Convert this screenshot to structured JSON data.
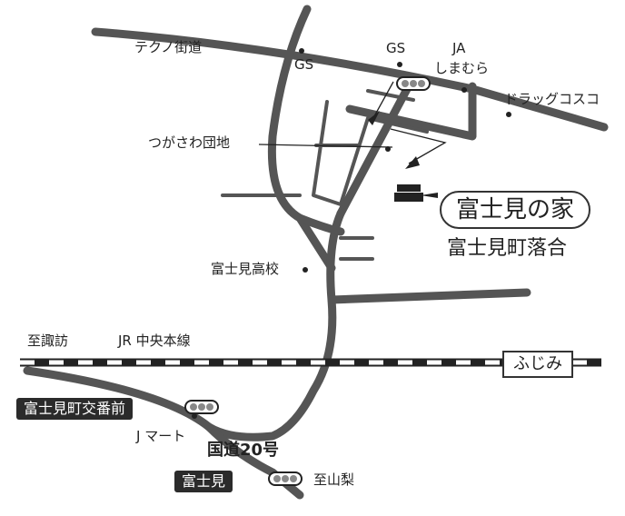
{
  "labels": {
    "techno_street": "テクノ街道",
    "gs_left": "GS",
    "gs_right": "GS",
    "ja": "JA",
    "shimamura": "しまむら",
    "drug": "ドラッグコスコ",
    "tsugasawa": "つがさわ団地",
    "highschool": "富士見高校",
    "to_suwa": "至諏訪",
    "jr_line": "JR 中央本線",
    "j_mart": "J マート",
    "route20": "国道20号",
    "to_yamanashi": "至山梨"
  },
  "highlight": {
    "home": "富士見の家",
    "area": "富士見町落合"
  },
  "station": "ふじみ",
  "signals": {
    "koban": "富士見町交番前",
    "fujimi": "富士見"
  },
  "colors": {
    "road": "#555555",
    "dark": "#2b2b2b",
    "rail": "#222222"
  }
}
